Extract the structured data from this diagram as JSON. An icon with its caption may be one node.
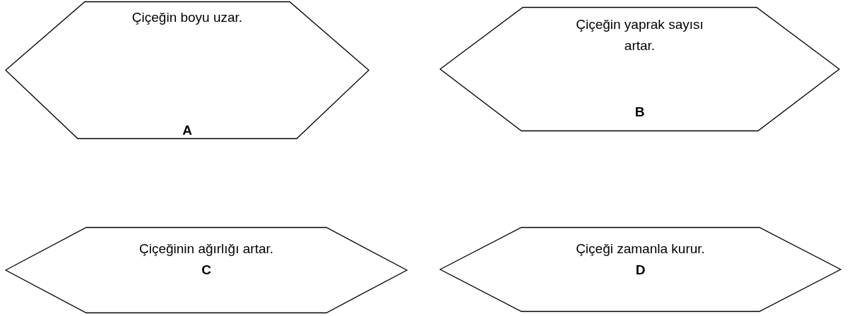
{
  "diagram": {
    "nodes": [
      {
        "text": [
          "Çiçeğin boyu uzar.",
          "A"
        ]
      },
      {
        "text": [
          "Çiçeğin yaprak sayısı artar.",
          "B"
        ]
      },
      {
        "text": [
          "Çiçeğinin ağırlığı artar.",
          "C"
        ]
      },
      {
        "text": [
          "Çiçeği zamanla kurur.",
          "D"
        ]
      }
    ]
  }
}
